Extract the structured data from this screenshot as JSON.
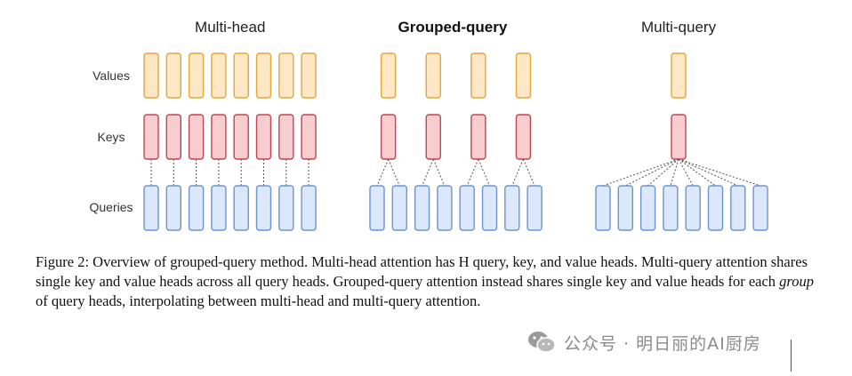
{
  "diagram": {
    "panels": [
      {
        "title": "Multi-head",
        "bold": false,
        "mode": "multi-head",
        "query_heads": 8,
        "kv_heads": 8
      },
      {
        "title": "Grouped-query",
        "bold": true,
        "mode": "grouped",
        "query_heads": 8,
        "kv_heads": 4
      },
      {
        "title": "Multi-query",
        "bold": false,
        "mode": "multi-query",
        "query_heads": 8,
        "kv_heads": 1
      }
    ],
    "row_labels": {
      "values": "Values",
      "keys": "Keys",
      "queries": "Queries"
    },
    "colors": {
      "values_fill": "#fde7c4",
      "values_stroke": "#e2a63c",
      "keys_fill": "#f8cdd0",
      "keys_stroke": "#c0454f",
      "queries_fill": "#dbe7fb",
      "queries_stroke": "#6d93d0",
      "connector": "#555555"
    }
  },
  "caption": {
    "part1": "Figure 2: Overview of grouped-query method. Multi-head attention has H query, key, and value heads. Multi-query attention shares single key and value heads across all query heads. Grouped-query attention instead shares single key and value heads for each ",
    "italic": "group",
    "part2": " of query heads, interpolating between multi-head and multi-query attention."
  },
  "watermark": {
    "text": "公众号 · 明日丽的AI厨房",
    "icon": "wechat-icon"
  }
}
